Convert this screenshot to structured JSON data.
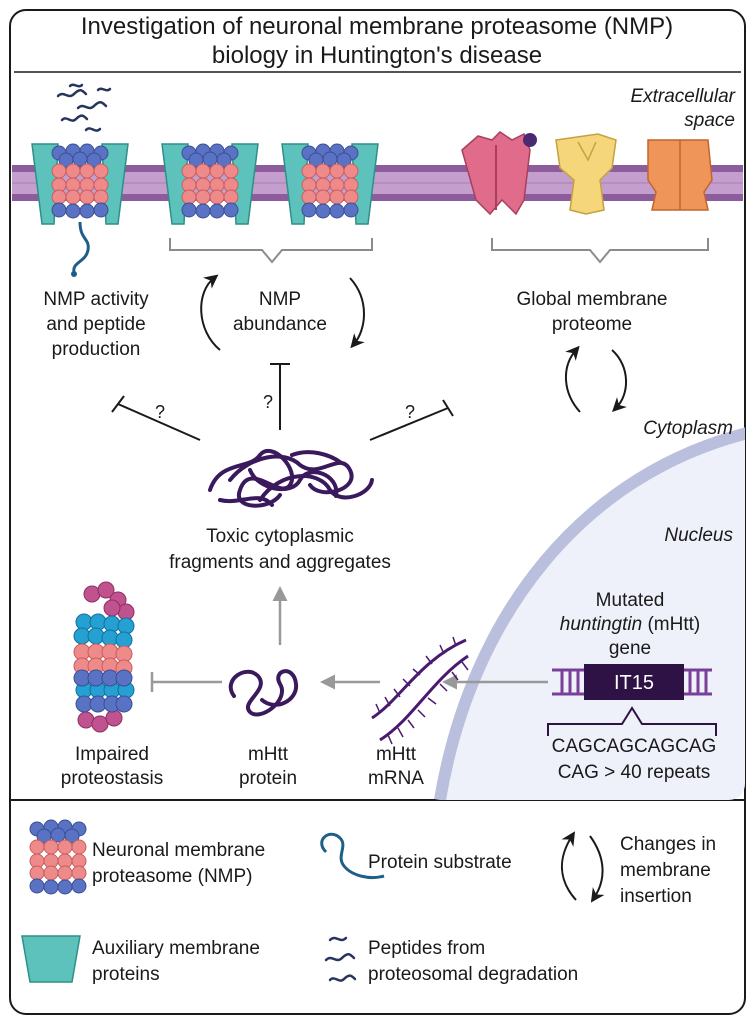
{
  "title": {
    "line1": "Investigation of neuronal membrane proteasome (NMP)",
    "line2": "biology in Huntington's disease"
  },
  "regions": {
    "extracellular_line1": "Extracellular",
    "extracellular_line2": "space",
    "cytoplasm": "Cytoplasm",
    "nucleus": "Nucleus"
  },
  "labels": {
    "nmp_activity": [
      "NMP activity",
      "and peptide",
      "production"
    ],
    "nmp_abundance": [
      "NMP",
      "abundance"
    ],
    "global_membrane": [
      "Global membrane",
      "proteome"
    ],
    "toxic": [
      "Toxic cytoplasmic",
      "fragments and aggregates"
    ],
    "mutated_gene": [
      "Mutated",
      "huntingtin",
      " (mHtt)",
      "gene"
    ],
    "gene_box": "IT15",
    "cag_seq": "CAGCAGCAGCAG",
    "cag_repeats": "CAG > 40 repeats",
    "impaired": [
      "Impaired",
      "proteostasis"
    ],
    "mhtt_protein": [
      "mHtt",
      "protein"
    ],
    "mhtt_mrna": [
      "mHtt",
      "mRNA"
    ],
    "question": "?"
  },
  "legend": {
    "nmp": [
      "Neuronal membrane",
      "proteasome (NMP)"
    ],
    "substrate": "Protein substrate",
    "changes": [
      "Changes in",
      "membrane",
      "insertion"
    ],
    "auxiliary": [
      "Auxiliary membrane",
      "proteins"
    ],
    "peptides": [
      "Peptides from",
      "proteosomal degradation"
    ]
  },
  "colors": {
    "membrane_outer": "#8c5c9c",
    "membrane_inner": "#c49fce",
    "aux_protein": "#5cc2bb",
    "proteasome_pink": "#ef8a8a",
    "proteasome_blue": "#5a72c4",
    "aggregate": "#3a1a5c",
    "nucleus_fill": "#eef0fa",
    "nucleus_edge": "#b9bfdc",
    "gene_box": "#2e1245",
    "arrow_gray": "#999999",
    "channel_pink": "#e06b8b",
    "channel_yellow": "#f5d67a",
    "channel_orange": "#f0955a"
  }
}
